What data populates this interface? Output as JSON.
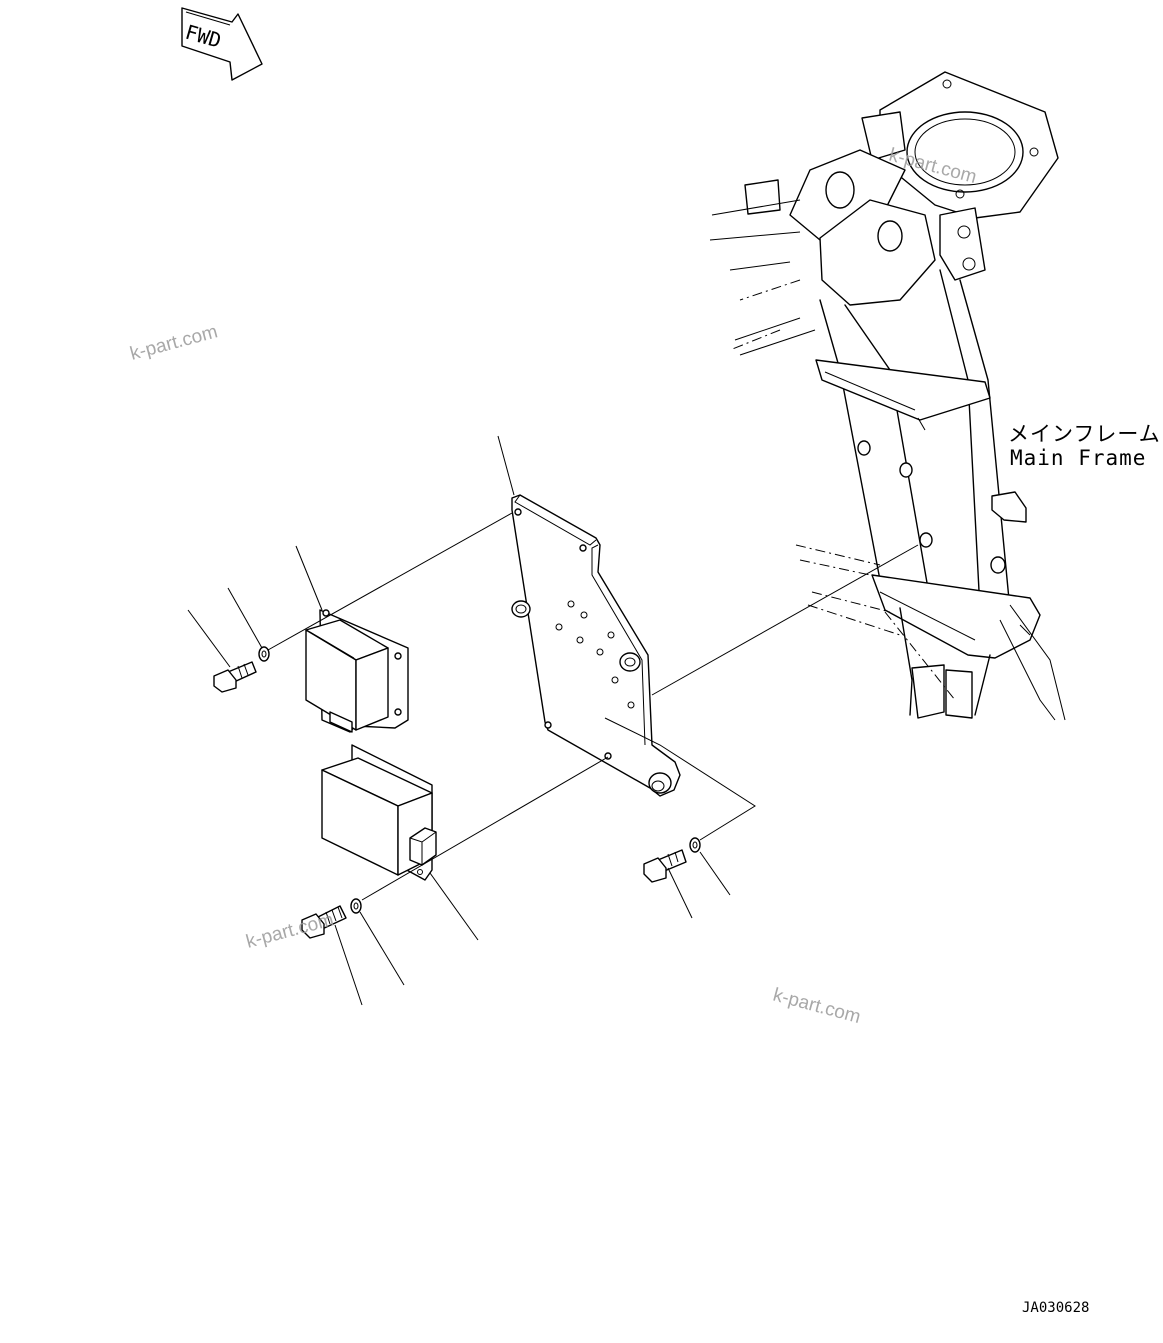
{
  "diagram": {
    "fwd_label": "FWD",
    "main_frame_label_jp": "メインフレーム",
    "main_frame_label_en": "Main Frame",
    "drawing_code": "JA030628",
    "watermark": "k-part.com"
  }
}
